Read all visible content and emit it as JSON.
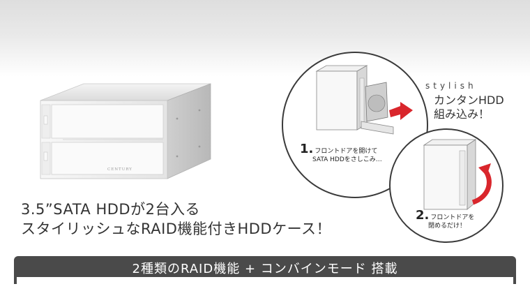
{
  "product": {
    "brand": "CENTURY"
  },
  "tagline": {
    "line1": "3.5”SATA HDDが2台入る",
    "line2": "スタイリッシュなRAID機能付きHDDケース！"
  },
  "callout": {
    "stylish": "stylish",
    "easy_line1": "カンタンHDD",
    "easy_line2": "組み込み！"
  },
  "steps": [
    {
      "number": "1.",
      "line1": "フロントドアを開けて",
      "line2": "SATA HDDをさしこみ…"
    },
    {
      "number": "2.",
      "line1": "フロントドアを",
      "line2": "閉めるだけ！"
    }
  ],
  "banner": {
    "title": "2種類のRAID機能 + コンバインモード 搭載"
  },
  "colors": {
    "accent_red": "#d9262c",
    "banner_bg": "#4a4a4a"
  }
}
